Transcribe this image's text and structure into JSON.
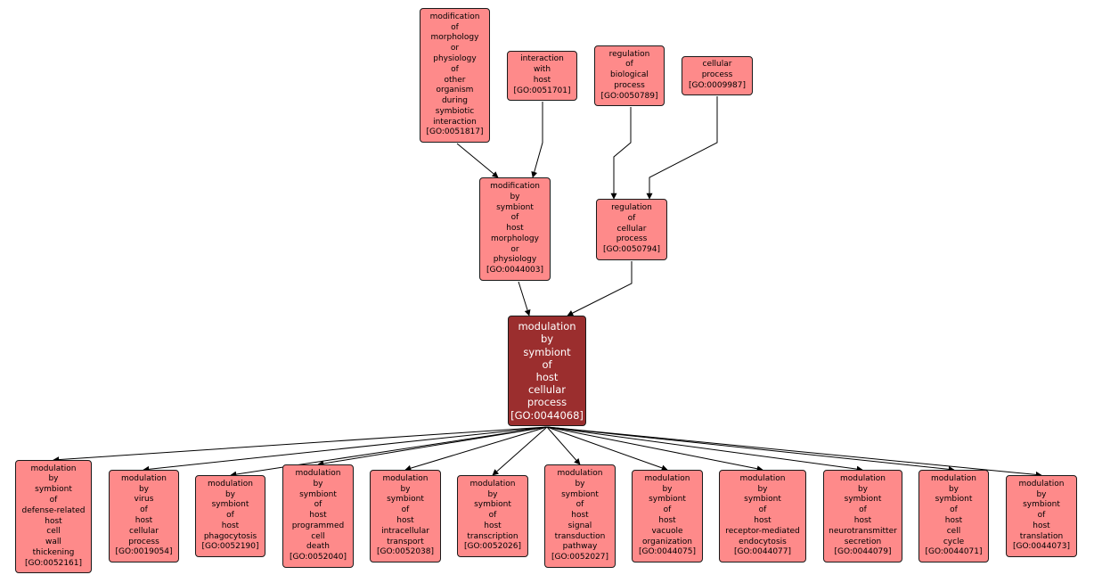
{
  "nodes": [
    {
      "id": "GO:0051817",
      "label": "modification\nof\nmorphology\nor\nphysiology\nof\nother\norganism\nduring\nsymbiotic\ninteraction\n[GO:0051817]"
    },
    {
      "id": "GO:0051701",
      "label": "interaction\nwith\nhost\n[GO:0051701]"
    },
    {
      "id": "GO:0050789",
      "label": "regulation\nof\nbiological\nprocess\n[GO:0050789]"
    },
    {
      "id": "GO:0009987",
      "label": "cellular\nprocess\n[GO:0009987]"
    },
    {
      "id": "GO:0044003",
      "label": "modification\nby\nsymbiont\nof\nhost\nmorphology\nor\nphysiology\n[GO:0044003]"
    },
    {
      "id": "GO:0050794",
      "label": "regulation\nof\ncellular\nprocess\n[GO:0050794]"
    },
    {
      "id": "GO:0044068",
      "label": "modulation\nby\nsymbiont\nof\nhost\ncellular\nprocess\n[GO:0044068]",
      "focus": true
    },
    {
      "id": "GO:0052161",
      "label": "modulation\nby\nsymbiont\nof\ndefense-related\nhost\ncell\nwall\nthickening\n[GO:0052161]"
    },
    {
      "id": "GO:0019054",
      "label": "modulation\nby\nvirus\nof\nhost\ncellular\nprocess\n[GO:0019054]"
    },
    {
      "id": "GO:0052190",
      "label": "modulation\nby\nsymbiont\nof\nhost\nphagocytosis\n[GO:0052190]"
    },
    {
      "id": "GO:0052040",
      "label": "modulation\nby\nsymbiont\nof\nhost\nprogrammed\ncell\ndeath\n[GO:0052040]"
    },
    {
      "id": "GO:0052038",
      "label": "modulation\nby\nsymbiont\nof\nhost\nintracellular\ntransport\n[GO:0052038]"
    },
    {
      "id": "GO:0052026",
      "label": "modulation\nby\nsymbiont\nof\nhost\ntranscription\n[GO:0052026]"
    },
    {
      "id": "GO:0052027",
      "label": "modulation\nby\nsymbiont\nof\nhost\nsignal\ntransduction\npathway\n[GO:0052027]"
    },
    {
      "id": "GO:0044075",
      "label": "modulation\nby\nsymbiont\nof\nhost\nvacuole\norganization\n[GO:0044075]"
    },
    {
      "id": "GO:0044077",
      "label": "modulation\nby\nsymbiont\nof\nhost\nreceptor-mediated\nendocytosis\n[GO:0044077]"
    },
    {
      "id": "GO:0044079",
      "label": "modulation\nby\nsymbiont\nof\nhost\nneurotransmitter\nsecretion\n[GO:0044079]"
    },
    {
      "id": "GO:0044071",
      "label": "modulation\nby\nsymbiont\nof\nhost\ncell\ncycle\n[GO:0044071]"
    },
    {
      "id": "GO:0044073",
      "label": "modulation\nby\nsymbiont\nof\nhost\ntranslation\n[GO:0044073]"
    }
  ],
  "edges": [
    {
      "from": "GO:0051817",
      "to": "GO:0044003"
    },
    {
      "from": "GO:0051701",
      "to": "GO:0044003"
    },
    {
      "from": "GO:0050789",
      "to": "GO:0050794"
    },
    {
      "from": "GO:0009987",
      "to": "GO:0050794"
    },
    {
      "from": "GO:0044003",
      "to": "GO:0044068"
    },
    {
      "from": "GO:0050794",
      "to": "GO:0044068"
    },
    {
      "from": "GO:0044068",
      "to": "GO:0052161"
    },
    {
      "from": "GO:0044068",
      "to": "GO:0019054"
    },
    {
      "from": "GO:0044068",
      "to": "GO:0052190"
    },
    {
      "from": "GO:0044068",
      "to": "GO:0052040"
    },
    {
      "from": "GO:0044068",
      "to": "GO:0052038"
    },
    {
      "from": "GO:0044068",
      "to": "GO:0052026"
    },
    {
      "from": "GO:0044068",
      "to": "GO:0052027"
    },
    {
      "from": "GO:0044068",
      "to": "GO:0044075"
    },
    {
      "from": "GO:0044068",
      "to": "GO:0044077"
    },
    {
      "from": "GO:0044068",
      "to": "GO:0044079"
    },
    {
      "from": "GO:0044068",
      "to": "GO:0044071"
    },
    {
      "from": "GO:0044068",
      "to": "GO:0044073"
    }
  ],
  "colors": {
    "node_fill": "#fe8a8a",
    "focus_fill": "#9b2e2e",
    "border": "#1a1a1a",
    "edge": "#000000"
  }
}
